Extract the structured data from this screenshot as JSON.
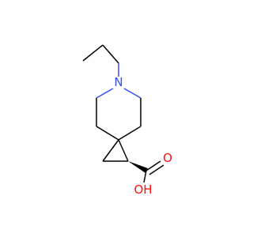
{
  "molecule": {
    "atoms": {
      "nitrogen": "N",
      "carbonyl_oxygen": "O",
      "hydroxyl": "OH"
    },
    "colors": {
      "bond": "#000000",
      "nitrogen": "#3050F8",
      "oxygen": "#FF0D0D"
    }
  }
}
